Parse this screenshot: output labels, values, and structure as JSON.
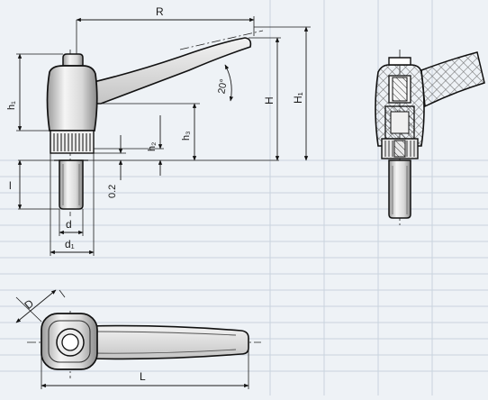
{
  "labels": {
    "R": "R",
    "h1": "h₁",
    "angle": "20°",
    "H": "H",
    "H1": "H₁",
    "h3": "h₃",
    "h2": "h₂",
    "l": "l",
    "clearance": "0.2",
    "d": "d",
    "d1": "d₁",
    "D": "D",
    "L": "L"
  },
  "colors": {
    "background": "#eef2f6",
    "line": "#111111",
    "hatch": "#7a7a7a",
    "shade": "#cfcfcf"
  }
}
